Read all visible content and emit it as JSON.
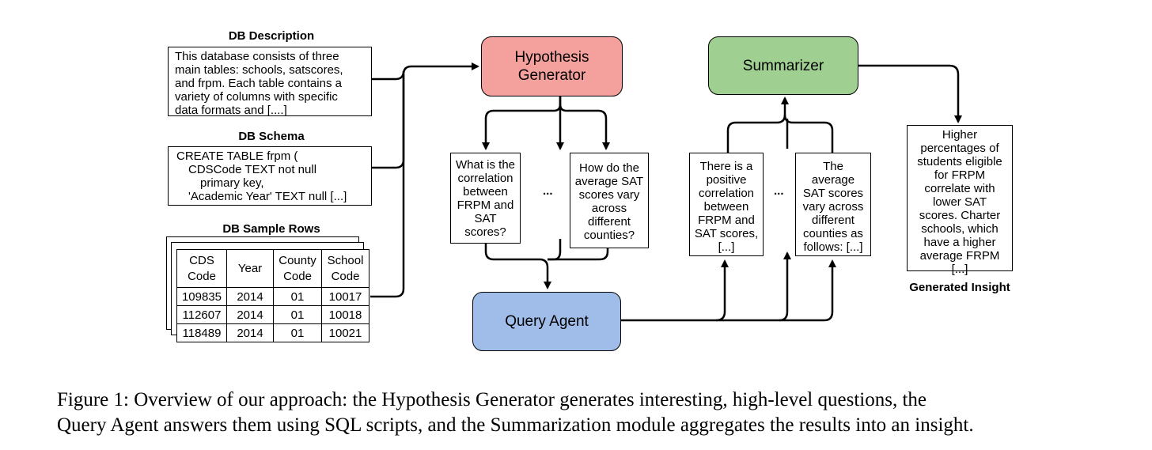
{
  "inputs": {
    "db_description": {
      "label": "DB Description",
      "lines": [
        "This database consists of three",
        "main tables: schools, satscores,",
        "and frpm. Each table contains a",
        "variety of columns with specific",
        "data formats and [....]"
      ]
    },
    "db_schema": {
      "label": "DB Schema",
      "lines": [
        "CREATE TABLE frpm (",
        "CDSCode TEXT not null",
        "primary key,",
        "'Academic Year' TEXT null [...]"
      ]
    },
    "db_sample_rows": {
      "label": "DB Sample Rows",
      "columns": [
        [
          "CDS",
          "Code"
        ],
        [
          "Year",
          ""
        ],
        [
          "County",
          "Code"
        ],
        [
          "School",
          "Code"
        ]
      ],
      "rows": [
        [
          "109835",
          "2014",
          "01",
          "10017"
        ],
        [
          "112607",
          "2014",
          "01",
          "10018"
        ],
        [
          "118489",
          "2014",
          "01",
          "10021"
        ]
      ]
    }
  },
  "nodes": {
    "hypothesis_generator": {
      "lines": [
        "Hypothesis",
        "Generator"
      ],
      "color": "#f4a09c"
    },
    "query_agent": {
      "lines": [
        "Query Agent"
      ],
      "color": "#9fbde8"
    },
    "summarizer": {
      "lines": [
        "Summarizer"
      ],
      "color": "#9fd092"
    }
  },
  "questions": [
    {
      "lines": [
        "What is the",
        "correlation",
        "between",
        "FRPM and",
        "SAT",
        "scores?"
      ]
    },
    {
      "lines": [
        "How do the",
        "average SAT",
        "scores vary",
        "across",
        "different",
        "counties?"
      ]
    }
  ],
  "answers": [
    {
      "lines": [
        "There is a",
        "positive",
        "correlation",
        "between",
        "FRPM and",
        "SAT scores,",
        "[...]"
      ]
    },
    {
      "lines": [
        "The",
        "average",
        "SAT scores",
        "vary across",
        "different",
        "counties as",
        "follows: [...]"
      ]
    }
  ],
  "ellipsis": "...",
  "insight": {
    "lines": [
      "Higher",
      "percentages of",
      "students eligible",
      "for FRPM",
      "correlate with",
      "lower SAT",
      "scores. Charter",
      "schools, which",
      "have a higher",
      "average FRPM",
      "[...]"
    ],
    "label": "Generated Insight"
  },
  "caption": {
    "line1": "Figure 1: Overview of our approach: the Hypothesis Generator generates interesting, high-level questions, the",
    "line2": "Query Agent answers them using SQL scripts, and the Summarization module aggregates the results into an insight."
  }
}
